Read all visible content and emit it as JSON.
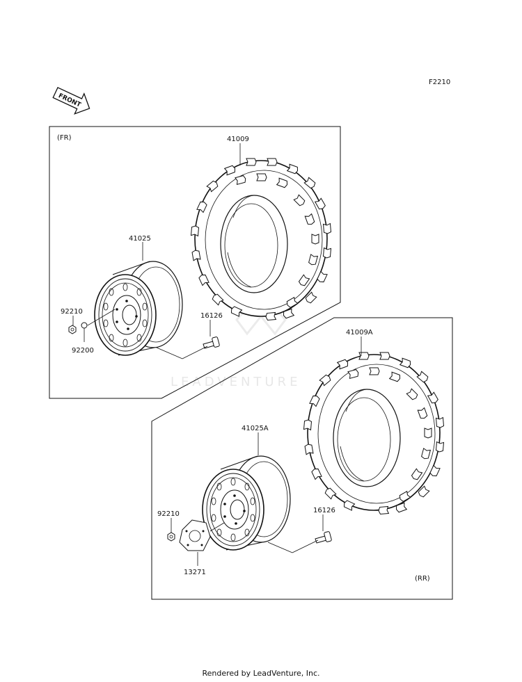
{
  "diagram_code": "F2210",
  "front_arrow_text": "FRONT",
  "watermark_text": "LEADVENTURE",
  "footer_text": "Rendered by LeadVenture, Inc.",
  "sections": {
    "front": {
      "label": "(FR)",
      "parts": {
        "tire": "41009",
        "wheel": "41025",
        "nut": "92210",
        "washer": "92200",
        "valve": "16126"
      }
    },
    "rear": {
      "label": "(RR)",
      "parts": {
        "tire": "41009A",
        "wheel": "41025A",
        "nut": "92210",
        "plate": "13271",
        "valve": "16126"
      }
    }
  }
}
